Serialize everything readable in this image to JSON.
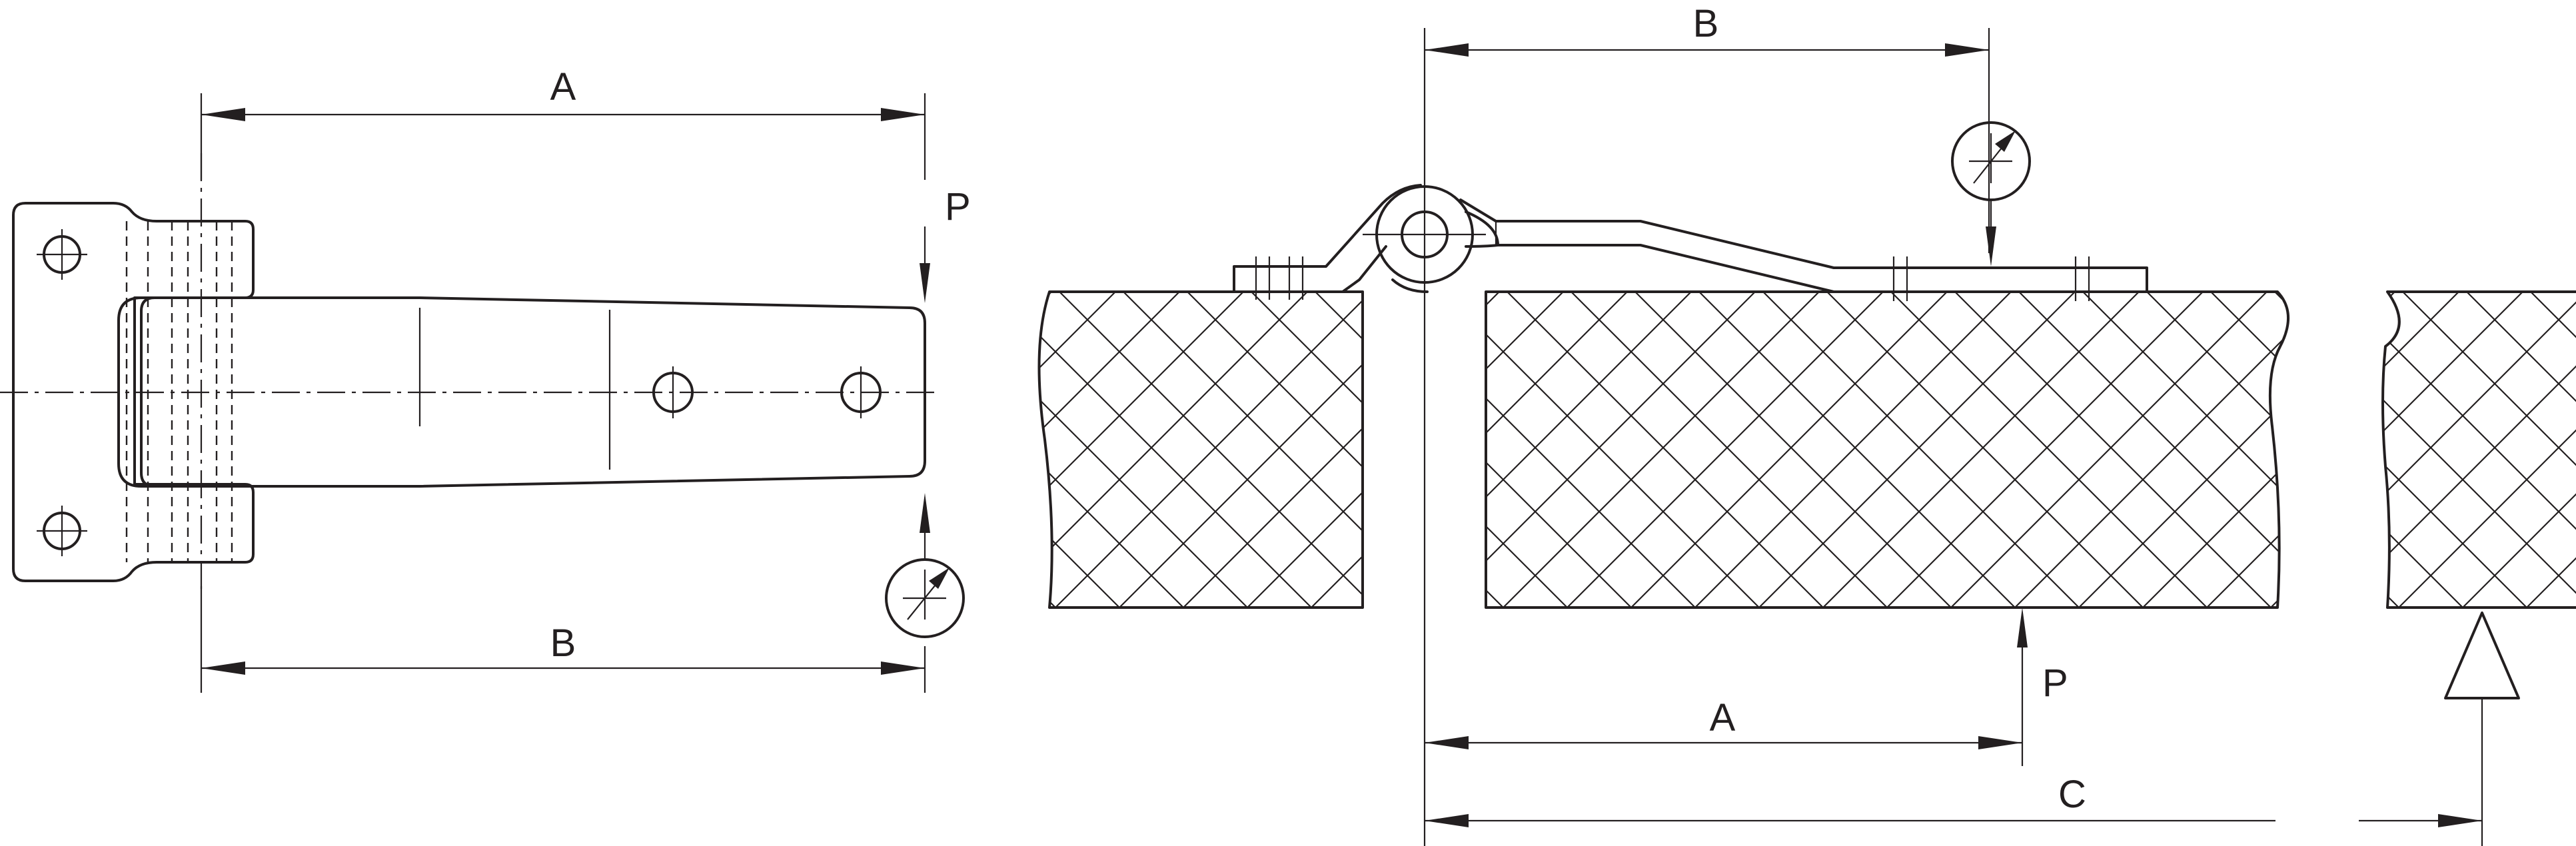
{
  "labels": {
    "left_dim_a": "A",
    "left_dim_b": "B",
    "left_load": "P",
    "right_dim_b": "B",
    "right_dim_a": "A",
    "right_dim_c": "C",
    "right_load": "P"
  },
  "colors": {
    "line": "#231f20",
    "background": "#ffffff"
  },
  "icons": {
    "gauge": "force-gauge-icon",
    "support": "triangle-support-icon"
  }
}
